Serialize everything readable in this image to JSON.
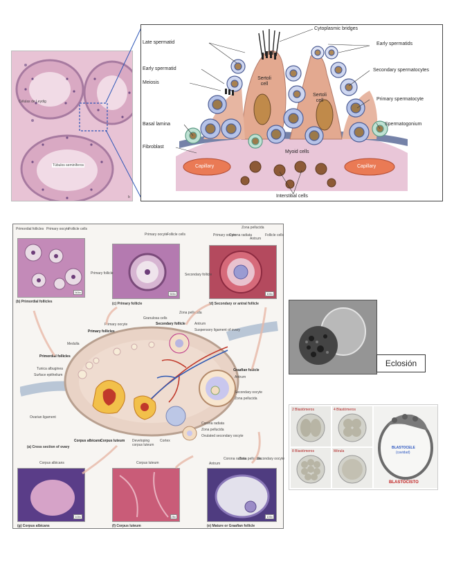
{
  "panel_testis": {
    "histology_labels": {
      "leydig": "Células de Leydig",
      "tubules": "Túbulos seminíferos",
      "corner": "b"
    },
    "diagram_labels": {
      "cytoplasmic_bridges": "Cytoplasmic bridges",
      "late_spermatid": "Late spermatid",
      "early_spermatids_right": "Early spermatids",
      "early_spermatid_left": "Early spermatid",
      "meiosis": "Meiosis",
      "secondary_spermatocytes": "Secondary spermatocytes",
      "sertoli_cell_1": "Sertoli cell",
      "sertoli_cell_2": "Sertoli cell",
      "primary_spermatocyte": "Primary spermatocyte",
      "basal_lamina": "Basal lamina",
      "spermatogonium": "Spermatogonium",
      "fibroblast": "Fibroblast",
      "myoid_cells": "Myoid cells",
      "capillary_left": "Capillary",
      "capillary_right": "Capillary",
      "interstitial_cells": "Interstitial cells"
    }
  },
  "panel_ovary": {
    "micrographs": {
      "b": {
        "caption": "(b) Primordial follicles",
        "labels": [
          "Primordial follicles",
          "Primary oocyte",
          "Follicle cells"
        ],
        "scale": "500x"
      },
      "c": {
        "caption": "(c) Primary follicle",
        "labels": [
          "Primary oocyte",
          "Follicle cells",
          "Primary follicle"
        ],
        "scale": "500x"
      },
      "d": {
        "caption": "(d) Secondary or antral follicle",
        "labels": [
          "Zona pellucida",
          "Primary oocyte",
          "Corona radiata",
          "Antrum",
          "Follicle cells",
          "Secondary follicle"
        ],
        "scale": "100x"
      },
      "g": {
        "caption": "(g) Corpus albicans",
        "labels": [
          "Corpus albicans"
        ],
        "scale": "100x"
      },
      "f": {
        "caption": "(f) Corpus luteum",
        "labels": [
          "Corpus luteum"
        ],
        "scale": "25x"
      },
      "e": {
        "caption": "(e) Mature or Graafian follicle",
        "labels": [
          "Corona radiata",
          "Antrum",
          "Zona pellucida",
          "Secondary oocyte"
        ],
        "scale": "100x"
      }
    },
    "diagram_labels": {
      "granulosa_cells": "Granulosa cells",
      "zona_pellucida_top": "Zona pellucida",
      "primary_oocyte": "Primary oocyte",
      "primary_follicles": "Primary follicles",
      "secondary_follicle": "Secondary follicle",
      "antrum_top": "Antrum",
      "suspensory_ligament": "Suspensory ligament of ovary",
      "medulla": "Medulla",
      "primordial_follicles": "Primordial follicles",
      "tunica_albuginea": "Tunica albuginea",
      "surface_epithelium": "Surface epithelium",
      "graafian_follicle": "Graafian follicle",
      "antrum_right": "Antrum",
      "secondary_oocyte": "Secondary oocyte",
      "zona_pellucida_right": "Zona pellucida",
      "ovarian_ligament": "Ovarian ligament",
      "corona_radiata": "Corona radiata",
      "zona_pellucida_low": "Zona pellucida",
      "ovulated_secondary_oocyte": "Ovulated secondary oocyte",
      "corpus_albicans": "Corpus albicans",
      "corpus_luteum": "Corpus luteum",
      "developing_corpus_luteum": "Developing corpus luteum",
      "cortex": "Cortex",
      "cross_section": "(a) Cross section of ovary"
    }
  },
  "panel_hatching": {
    "label": "Eclosión"
  },
  "panel_embryo": {
    "stage_labels": [
      "2 Blastómeros",
      "4 Blastómeros",
      "8 Blastómeros",
      "Mórula"
    ],
    "blastocyst_inner": [
      "BLASTOCELE",
      "(cavidad)"
    ],
    "blastocyst_label": "BLASTOCISTO"
  }
}
